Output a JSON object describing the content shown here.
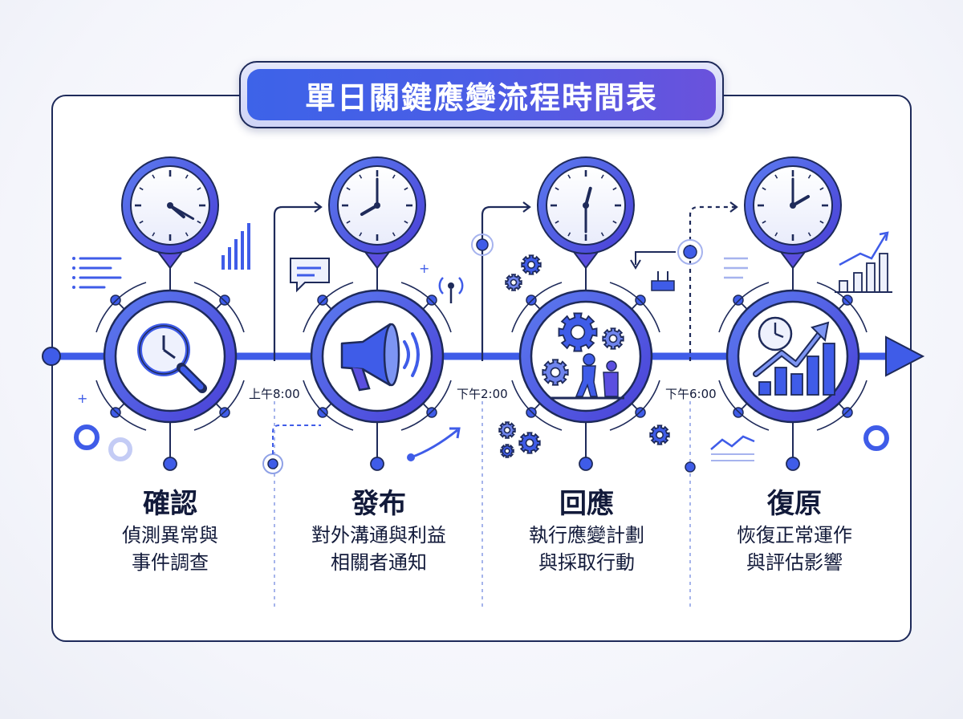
{
  "title": "單日關鍵應變流程時間表",
  "colors": {
    "navy": "#1e2a5a",
    "blue": "#3f5ce8",
    "indigo": "#5b4fe0",
    "light": "#dfe4fb"
  },
  "phases": [
    {
      "title": "確認",
      "desc_line1": "偵測異常與",
      "desc_line2": "事件調查",
      "clock_time": "4:20",
      "icon": "magnifier-clock-icon"
    },
    {
      "title": "發布",
      "desc_line1": "對外溝通與利益",
      "desc_line2": "相關者通知",
      "clock_time": "8:00",
      "icon": "megaphone-icon"
    },
    {
      "title": "回應",
      "desc_line1": "執行應變計劃",
      "desc_line2": "與採取行動",
      "clock_time": "12:30",
      "icon": "gears-team-icon"
    },
    {
      "title": "復原",
      "desc_line1": "恢復正常運作",
      "desc_line2": "與評估影響",
      "clock_time": "2:00",
      "icon": "growth-chart-icon"
    }
  ],
  "time_labels": [
    "上午8:00",
    "下午2:00",
    "下午6:00"
  ]
}
